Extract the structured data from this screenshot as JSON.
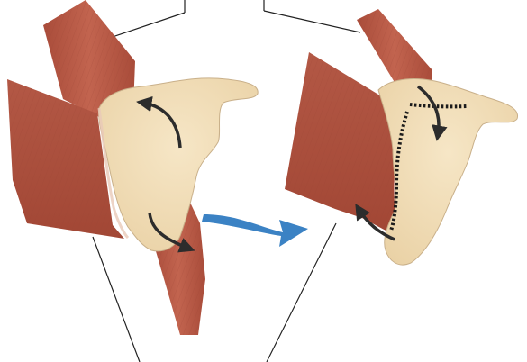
{
  "diagram": {
    "panels": [
      {
        "id": "before",
        "structures": [
          "upper-muscle-strip",
          "lateral-muscle-block",
          "lower-muscle-strip",
          "scapula-bone",
          "muscle-attachment-edge"
        ],
        "arrows": [
          {
            "id": "upper-rotation-arrow",
            "direction": "up-left"
          },
          {
            "id": "lower-rotation-arrow",
            "direction": "down-right"
          }
        ]
      },
      {
        "id": "after",
        "structures": [
          "upper-muscle-strip",
          "muscle-flap",
          "scapula-bone",
          "suture-line",
          "attachment-suture"
        ],
        "arrows": [
          {
            "id": "downward-arrow",
            "direction": "down"
          },
          {
            "id": "upward-arrow",
            "direction": "up-left"
          }
        ]
      }
    ],
    "transition_arrow": {
      "direction": "right"
    },
    "colors": {
      "muscle": "#b85a47",
      "muscle_dark": "#9a4433",
      "bone": "#f0dcb8",
      "bone_outline": "#c9b08a",
      "arrow": "#2c2c2c",
      "transition_arrow": "#3b82c4",
      "leader_lines": "#222222",
      "suture": "#1b1b1b"
    }
  }
}
